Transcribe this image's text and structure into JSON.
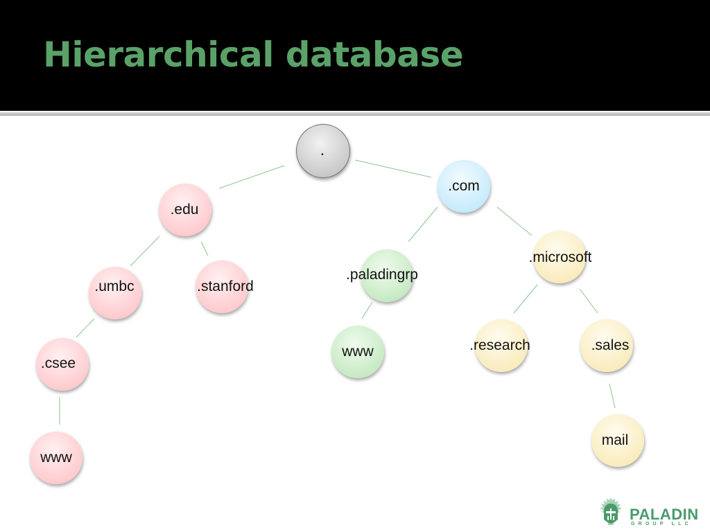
{
  "slide": {
    "title": "Hierarchical database"
  },
  "tree": {
    "nodes": [
      {
        "id": "root",
        "label": ".",
        "color": "#d6d6d6"
      },
      {
        "id": "edu",
        "label": ".edu",
        "color": "#ffd0d4"
      },
      {
        "id": "com",
        "label": ".com",
        "color": "#cdeefe"
      },
      {
        "id": "umbc",
        "label": ".umbc",
        "color": "#ffd0d4"
      },
      {
        "id": "stanford",
        "label": ".stanford",
        "color": "#ffd0d4"
      },
      {
        "id": "paladingrp",
        "label": ".paladingrp",
        "color": "#cdeccb"
      },
      {
        "id": "microsoft",
        "label": ".microsoft",
        "color": "#fbefc5"
      },
      {
        "id": "csee",
        "label": ".csee",
        "color": "#ffd0d4"
      },
      {
        "id": "www_paladin",
        "label": "www",
        "color": "#cdeccb"
      },
      {
        "id": "research",
        "label": ".research",
        "color": "#fbefc5"
      },
      {
        "id": "sales",
        "label": ".sales",
        "color": "#fbefc5"
      },
      {
        "id": "www_csee",
        "label": "www",
        "color": "#ffd0d4"
      },
      {
        "id": "mail",
        "label": "mail",
        "color": "#fbefc5"
      }
    ],
    "edges": [
      [
        "root",
        "edu"
      ],
      [
        "root",
        "com"
      ],
      [
        "edu",
        "umbc"
      ],
      [
        "edu",
        "stanford"
      ],
      [
        "umbc",
        "csee"
      ],
      [
        "csee",
        "www_csee"
      ],
      [
        "com",
        "paladingrp"
      ],
      [
        "com",
        "microsoft"
      ],
      [
        "paladingrp",
        "www_paladin"
      ],
      [
        "microsoft",
        "research"
      ],
      [
        "microsoft",
        "sales"
      ],
      [
        "sales",
        "mail"
      ]
    ],
    "edge_color": "#8cc38f"
  },
  "logo": {
    "name": "PALADIN",
    "subtitle": "GROUP LLC",
    "color": "#4a9a6c"
  }
}
